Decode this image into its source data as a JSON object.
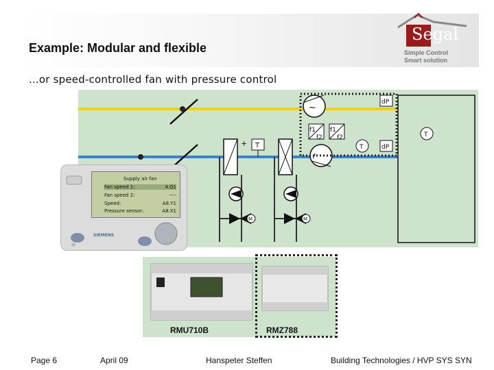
{
  "slide": {
    "title": "Example: Modular and flexible",
    "subtitle": "...or speed-controlled fan with pressure control"
  },
  "logo": {
    "brand": "Segal",
    "tagline_1": "Simple Control",
    "tagline_2": "Smart solution",
    "colors": {
      "box": "#9b1b1b",
      "text": "#777777"
    }
  },
  "diagram": {
    "labels": {
      "dp_top": "dP",
      "dp_right": "dP",
      "t_heater": "T",
      "t_duct": "T",
      "t_room": "T",
      "plus": "+",
      "f1_a": "f1",
      "f2_a": "f2",
      "f1_b": "f1",
      "f2_b": "f2",
      "tilde_top": "~",
      "tilde_bottom": "~",
      "m_left": "M",
      "m_right": "M"
    },
    "colors": {
      "supply_duct": "#f5d000",
      "return_duct": "#3a82d8",
      "background": "#cde3cc",
      "water": "#333333"
    }
  },
  "operator_panel": {
    "header": "Supply air fan",
    "rows": [
      {
        "label": "Fan speed 1:",
        "value": "4.Q1"
      },
      {
        "label": "Fan speed 2:",
        "value": "----"
      },
      {
        "label": "Speed:",
        "value": "A8.Y1"
      },
      {
        "label": "Pressure sensor:",
        "value": "A8.X1"
      }
    ],
    "brand": "SIEMENS"
  },
  "devices": {
    "controller": "RMU710B",
    "module": "RMZ788"
  },
  "footer": {
    "page": "Page 6",
    "date": "April 09",
    "author": "Hanspeter Steffen",
    "dept": "Building Technologies / HVP SYS SYN"
  }
}
